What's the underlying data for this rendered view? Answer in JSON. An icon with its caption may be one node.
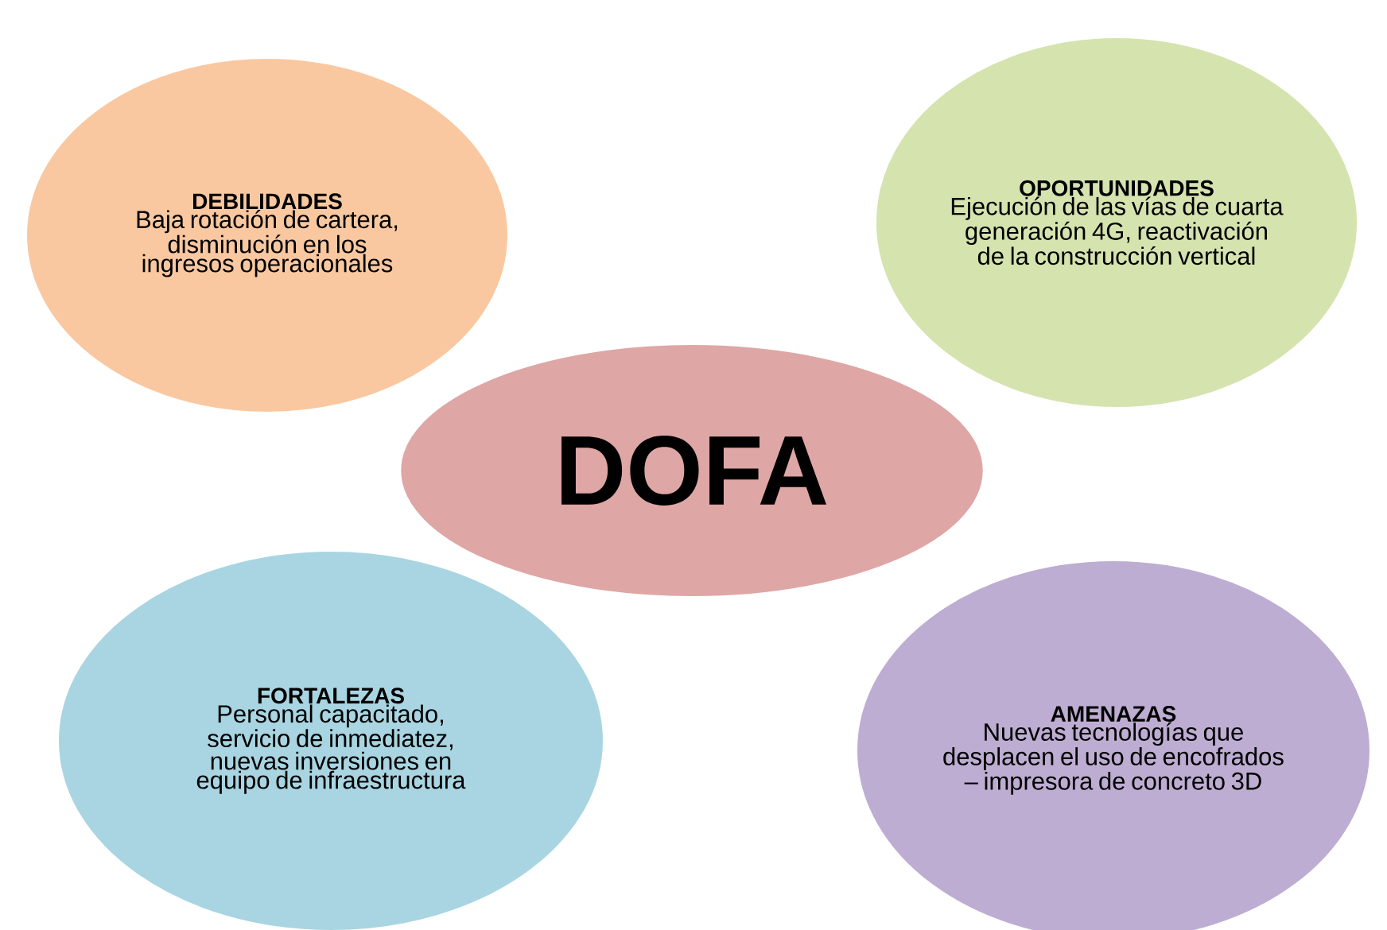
{
  "diagram": {
    "nodes": [
      {
        "text": [
          "DEBILIDADES",
          "Baja rotación de cartera, disminución en los ingresos operacionales"
        ]
      },
      {
        "text": [
          "OPORTUNIDADES",
          "Ejecución de las vías de cuarta generación 4G, reactivación de la construcción vertical"
        ]
      },
      {
        "text": [
          "DOFA"
        ]
      },
      {
        "text": [
          "FORTALEZAS",
          "Personal capacitado, servicio de inmediatez, nuevas inversiones en equipo de infraestructura"
        ]
      },
      {
        "text": [
          "AMENAZAS",
          "Nuevas tecnologías que desplacen el uso de encofrados – impresora de concreto 3D"
        ]
      }
    ]
  }
}
